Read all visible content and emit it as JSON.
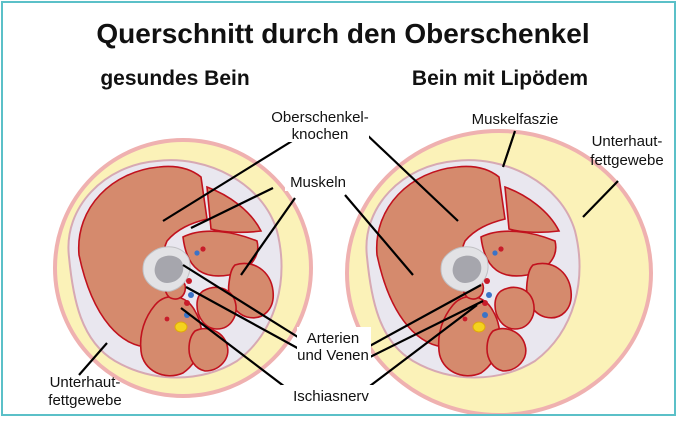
{
  "title": "Querschnitt durch den Oberschenkel",
  "left_heading": "gesundes Bein",
  "right_heading": "Bein mit Lipödem",
  "labels": {
    "bone_line1": "Oberschenkel-",
    "bone_line2": "knochen",
    "muscles": "Muskeln",
    "vessels_line1": "Arterien",
    "vessels_line2": "und Venen",
    "nerve": "Ischiasnerv",
    "fat_left_line1": "Unterhaut-",
    "fat_left_line2": "fettgewebe",
    "fascia": "Muskelfaszie",
    "fat_right_line1": "Unterhaut-",
    "fat_right_line2": "fettgewebe"
  },
  "colors": {
    "frame": "#5bc0c8",
    "fat": "#fbf2b8",
    "skin_outline": "#efb1b0",
    "muscle": "#d58a6d",
    "muscle_outline": "#c1121e",
    "bone": "#a6a6ad",
    "artery": "#c81c2a",
    "vein": "#3b73c7",
    "nerve": "#f4d21e"
  }
}
